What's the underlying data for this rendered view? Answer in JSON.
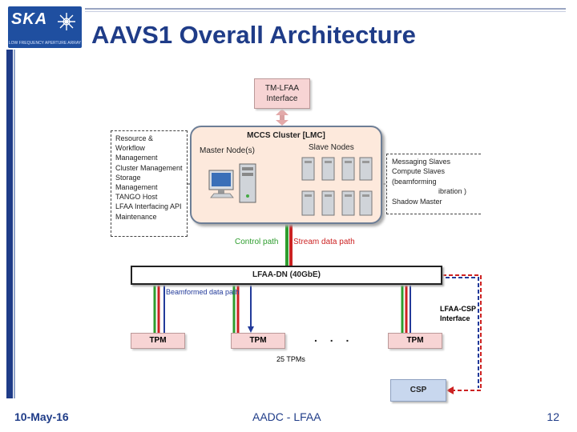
{
  "slide": {
    "title": "AAVS1 Overall Architecture",
    "logo_text": "SKA",
    "logo_subtitle": "LOW FREQUENCY APERTURE ARRAY",
    "footer_date": "10-May-16",
    "footer_center": "AADC - LFAA",
    "page_number": "12"
  },
  "diagram": {
    "tm_interface": [
      "TM-LFAA",
      "Interface"
    ],
    "mccs_title": "MCCS Cluster [LMC]",
    "master_label": "Master Node(s)",
    "slave_label": "Slave Nodes",
    "left_list": [
      "Resource &",
      "Workflow",
      "Management",
      "Cluster Management",
      "Storage",
      "Management",
      "TANGO Host",
      "LFAA Interfacing API",
      "Maintenance"
    ],
    "right_list": [
      "Messaging Slaves",
      "Compute Slaves",
      "(beamforming",
      "ibration )",
      "Shadow Master"
    ],
    "control_path": "Control path",
    "stream_path": "Stream data path",
    "lfaa_dn": "LFAA-DN (40GbE)",
    "beamformed_path": "Beamformed data path",
    "tpm_label": "TPM",
    "tpm_count": "25 TPMs",
    "dots": ". . .",
    "csp_interface": [
      "LFAA-CSP",
      "Interface"
    ],
    "csp": "CSP",
    "colors": {
      "control": "#2e9d2e",
      "stream": "#cc2222",
      "beam": "#223a9a",
      "csp_link": "#cc2222",
      "mccs_fill": "#fde9dc",
      "tm_fill": "#f7d4d4"
    }
  }
}
